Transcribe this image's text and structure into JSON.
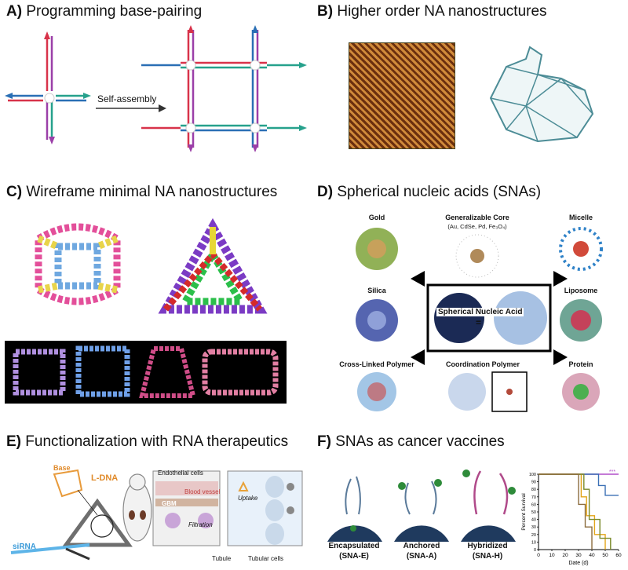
{
  "panels": {
    "a": {
      "letter": "A)",
      "title": "Programming base-pairing",
      "arrow_label": "Self-assembly"
    },
    "b": {
      "letter": "B)",
      "title": "Higher order NA nanostructures"
    },
    "c": {
      "letter": "C)",
      "title": "Wireframe minimal NA nanostructures"
    },
    "d": {
      "letter": "D)",
      "title": "Spherical nucleic acids (SNAs)",
      "cores": {
        "gold": "Gold",
        "generalizable": "Generalizable Core",
        "generalizable_sub": "(Au, CdSe, Pd, Fe₃O₄)",
        "micelle": "Micelle",
        "silica": "Silica",
        "liposome": "Liposome",
        "center": "Spherical Nucleic Acid",
        "equals": "=",
        "crosslinked": "Cross-Linked Polymer",
        "coordination": "Coordination Polymer",
        "protein": "Protein"
      }
    },
    "e": {
      "letter": "E)",
      "title": "Functionalization with RNA therapeutics",
      "labels": {
        "base": "Base",
        "ldna": "L-DNA",
        "sirna": "siRNA",
        "endothelial": "Endothelial cells",
        "blood_vessel": "Blood vessel",
        "gbm": "GBM",
        "filtration": "Filtration",
        "uptake": "Uptake",
        "tubule": "Tubule",
        "tubular_cells": "Tubular cells"
      }
    },
    "f": {
      "letter": "F)",
      "title": "SNAs as cancer vaccines",
      "formulations": [
        {
          "name": "Encapsulated",
          "abbr": "(SNA-E)"
        },
        {
          "name": "Anchored",
          "abbr": "(SNA-A)"
        },
        {
          "name": "Hybridized",
          "abbr": "(SNA-H)"
        }
      ]
    }
  },
  "chart_data": {
    "type": "line",
    "xlabel": "Date (d)",
    "ylabel": "Percent Survival",
    "xlim": [
      0,
      60
    ],
    "ylim": [
      0,
      100
    ],
    "xticks": [
      "0",
      "10",
      "20",
      "30",
      "40",
      "50",
      "60"
    ],
    "yticks": [
      "0",
      "10",
      "20",
      "30",
      "40",
      "50",
      "60",
      "70",
      "80",
      "90",
      "100"
    ],
    "annotation": "***",
    "series": [
      {
        "color": "#b04fc8",
        "steps": [
          [
            0,
            100
          ],
          [
            60,
            100
          ]
        ]
      },
      {
        "color": "#3a6fb5",
        "steps": [
          [
            0,
            100
          ],
          [
            45,
            100
          ],
          [
            45,
            85
          ],
          [
            50,
            85
          ],
          [
            50,
            72
          ],
          [
            60,
            72
          ]
        ]
      },
      {
        "color": "#e3a417",
        "steps": [
          [
            0,
            100
          ],
          [
            32,
            100
          ],
          [
            32,
            70
          ],
          [
            36,
            70
          ],
          [
            36,
            45
          ],
          [
            42,
            45
          ],
          [
            42,
            20
          ],
          [
            50,
            20
          ],
          [
            50,
            0
          ]
        ]
      },
      {
        "color": "#7a8a2a",
        "steps": [
          [
            0,
            100
          ],
          [
            34,
            100
          ],
          [
            34,
            80
          ],
          [
            38,
            80
          ],
          [
            38,
            40
          ],
          [
            46,
            40
          ],
          [
            46,
            15
          ],
          [
            54,
            15
          ],
          [
            54,
            0
          ]
        ]
      },
      {
        "color": "#8c6d3f",
        "steps": [
          [
            0,
            100
          ],
          [
            30,
            100
          ],
          [
            30,
            60
          ],
          [
            35,
            60
          ],
          [
            35,
            30
          ],
          [
            40,
            30
          ],
          [
            40,
            0
          ]
        ]
      }
    ]
  }
}
